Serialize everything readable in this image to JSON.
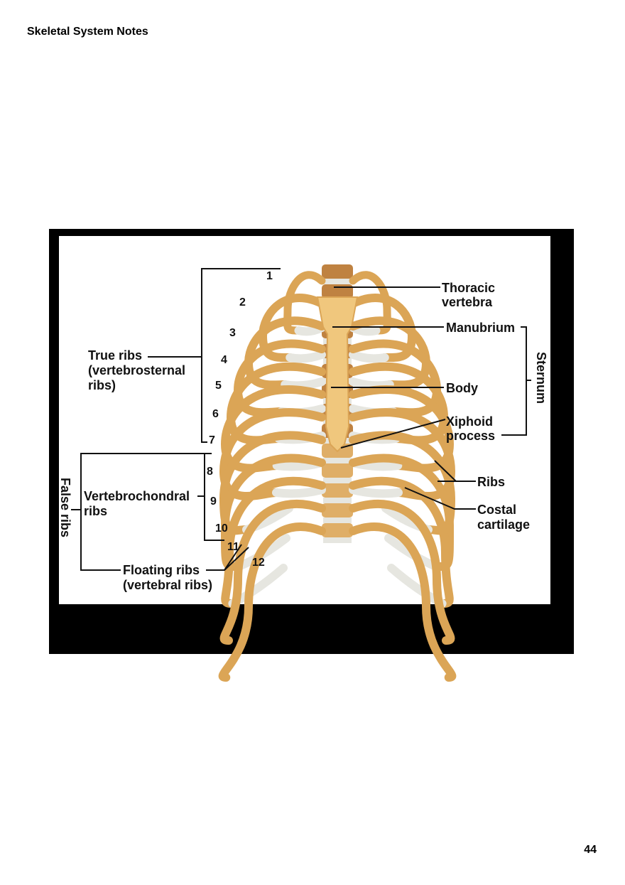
{
  "header": {
    "title": "Skeletal System Notes"
  },
  "footer": {
    "page_number": "44"
  },
  "figure": {
    "rib_numbers": [
      "1",
      "2",
      "3",
      "4",
      "5",
      "6",
      "7",
      "8",
      "9",
      "10",
      "11",
      "12"
    ],
    "labels": {
      "true_ribs_1": "True ribs",
      "true_ribs_2": "(vertebrosternal",
      "true_ribs_3": "ribs)",
      "false_ribs": "False ribs",
      "vertebrochondral_1": "Vertebrochondral",
      "vertebrochondral_2": "ribs",
      "floating_1": "Floating ribs",
      "floating_2": "(vertebral ribs)",
      "thoracic_1": "Thoracic",
      "thoracic_2": "vertebra",
      "manubrium": "Manubrium",
      "body": "Body",
      "xiphoid_1": "Xiphoid",
      "xiphoid_2": "process",
      "sternum": "Sternum",
      "ribs": "Ribs",
      "costal_1": "Costal",
      "costal_2": "cartilage"
    },
    "colors": {
      "bone": "#dba556",
      "cartilage": "#e6e6e0",
      "vertebra": "#b8742c",
      "frame": "#000000"
    }
  }
}
